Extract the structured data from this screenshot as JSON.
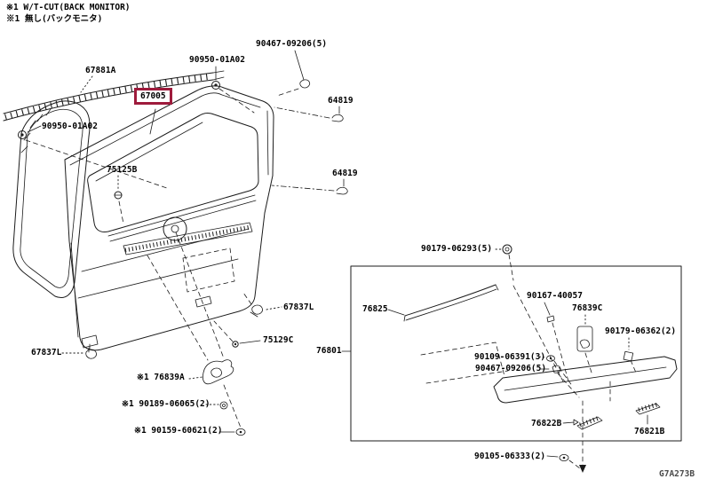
{
  "page": {
    "title": "back door panel parts diagram",
    "notes": {
      "line1": "※1 W/T-CUT(BACK MONITOR)",
      "line2": "※1 無し(バックモニタ)"
    },
    "diagram_code": "G7A273B",
    "highlight_color": "#9e1b3c",
    "selected_part": "67005"
  },
  "labels": [
    {
      "part": "90467-09206(5)"
    },
    {
      "part": "90950-01A02"
    },
    {
      "part": "67881A"
    },
    {
      "part": "67005"
    },
    {
      "part": "64819"
    },
    {
      "part": "90950-01A02"
    },
    {
      "part": "75125B"
    },
    {
      "part": "64819"
    },
    {
      "part": "67837L"
    },
    {
      "part": "76825"
    },
    {
      "part": "90179-06293(5)"
    },
    {
      "part": "90167-40057"
    },
    {
      "part": "76839C"
    },
    {
      "part": "90179-06362(2)"
    },
    {
      "part": "75129C"
    },
    {
      "part": "76801"
    },
    {
      "part": "67837L"
    },
    {
      "part": "90109-06391(3)"
    },
    {
      "part": "90467-09206(5)"
    },
    {
      "part": "※1 76839A"
    },
    {
      "part": "※1 90189-06065(2)"
    },
    {
      "part": "※1 90159-60621(2)"
    },
    {
      "part": "76822B"
    },
    {
      "part": "76821B"
    },
    {
      "part": "90105-06333(2)"
    }
  ]
}
